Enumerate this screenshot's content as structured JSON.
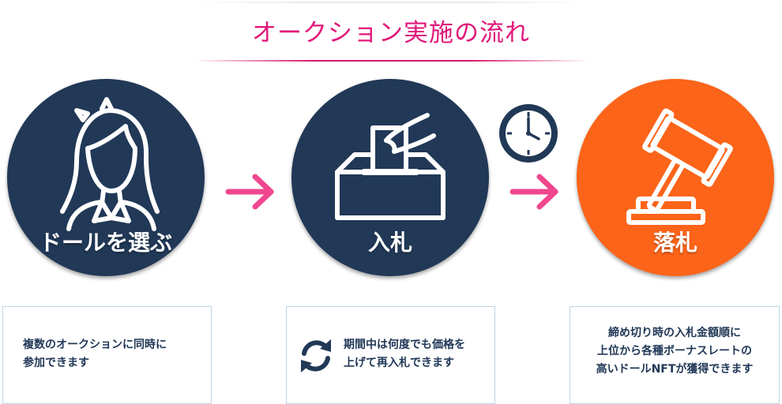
{
  "title": "オークション実施の流れ",
  "colors": {
    "title": "#e0187a",
    "navy": "#213857",
    "orange": "#fb6419",
    "arrow": "#f0478f",
    "box_border": "#bcd7e8"
  },
  "steps": [
    {
      "label": "ドールを選ぶ",
      "icon": "doll-character-icon"
    },
    {
      "label": "入札",
      "icon": "ballot-box-icon"
    },
    {
      "label": "落札",
      "icon": "gavel-icon"
    }
  ],
  "arrows": [
    "arrow-right-icon",
    "arrow-right-icon"
  ],
  "clock_icon": "clock-icon",
  "descriptions": [
    {
      "lines": [
        "複数のオークションに同時に",
        "参加できます"
      ]
    },
    {
      "icon": "refresh-icon",
      "lines": [
        "期間中は何度でも価格を",
        "上げて再入札できます"
      ]
    },
    {
      "lines": [
        "締め切り時の入札金額順に",
        "上位から各種ボーナスレートの",
        "高いドールNFTが獲得できます"
      ]
    }
  ]
}
